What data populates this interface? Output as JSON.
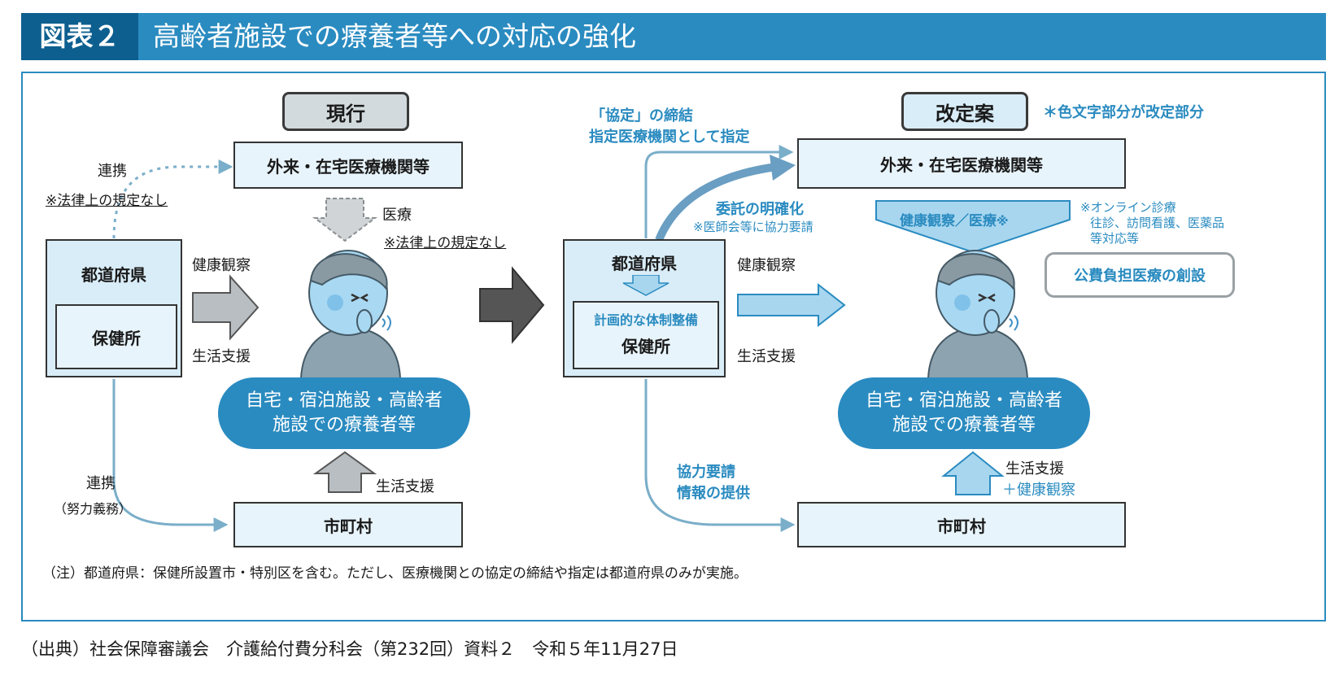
{
  "header": {
    "label": "図表２",
    "title": "高齢者施設での療養者等への対応の強化"
  },
  "current": {
    "badge": "現行",
    "outpatient": "外来・在宅医療機関等",
    "prefecture": "都道府県",
    "health_center": "保健所",
    "renkei_top": "連携",
    "no_legal_1": "※法律上の規定なし",
    "iryo": "医療",
    "no_legal_2": "※法律上の規定なし",
    "health_obs": "健康観察",
    "life_support": "生活支援",
    "patients_line1": "自宅・宿泊施設・高齢者",
    "patients_line2": "施設での療養者等",
    "life_support_bottom": "生活支援",
    "renkei_bottom": "連携",
    "effort": "（努力義務）",
    "municipality": "市町村"
  },
  "revised": {
    "badge": "改定案",
    "color_note": "＊色文字部分が改定部分",
    "agreement_line1": "「協定」の締結",
    "agreement_line2": "指定医療機関として指定",
    "outpatient": "外来・在宅医療機関等",
    "commission": "委託の明確化",
    "commission_note": "※医師会等に協力要請",
    "health_med": "健康観察／医療",
    "health_med_mark": "※",
    "online_line1": "※オンライン診療",
    "online_line2": "往診、訪問看護、医薬品",
    "online_line3": "等対応等",
    "public_expense": "公費負担医療の創設",
    "prefecture": "都道府県",
    "planned": "計画的な体制整備",
    "health_center": "保健所",
    "health_obs": "健康観察",
    "life_support": "生活支援",
    "patients_line1": "自宅・宿泊施設・高齢者",
    "patients_line2": "施設での療養者等",
    "coop_line1": "協力要請",
    "coop_line2": "情報の提供",
    "life_support_bottom": "生活支援",
    "plus_health": "＋健康観察",
    "municipality": "市町村"
  },
  "note": "（注）都道府県：保健所設置市・特別区を含む。ただし、医療機関との協定の締結や指定は都道府県のみが実施。",
  "source": "（出典）社会保障審議会　介護給付費分科会（第232回）資料２　令和５年11月27日",
  "colors": {
    "header_blue": "#2a8bc0",
    "header_dark": "#0d5f8f",
    "light_blue": "#d9edf8",
    "arrow_blue": "#8ccbec",
    "gray": "#b0b6b9",
    "dark_gray": "#555555"
  },
  "icons": {
    "person_left": "sick-elderly-person-icon",
    "person_right": "sick-elderly-person-icon"
  }
}
